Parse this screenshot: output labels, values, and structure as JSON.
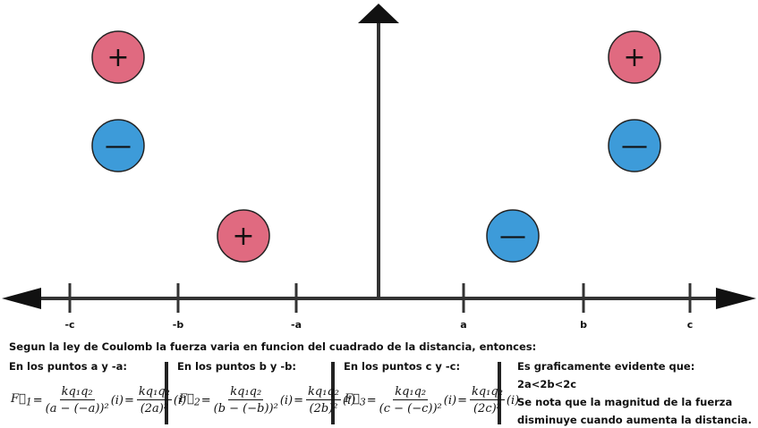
{
  "axis": {
    "ticks": [
      {
        "label": "-c",
        "pos": -3
      },
      {
        "label": "-b",
        "pos": -2
      },
      {
        "label": "-a",
        "pos": -1
      },
      {
        "label": "a",
        "pos": 1
      },
      {
        "label": "b",
        "pos": 2
      },
      {
        "label": "c",
        "pos": 3
      }
    ]
  },
  "charges": [
    {
      "sign": "+",
      "symbol": "+",
      "color": "#e06a80",
      "at": "-c",
      "row": "top"
    },
    {
      "sign": "-",
      "symbol": "—",
      "color": "#3d9bd9",
      "at": "-c",
      "row": "middle"
    },
    {
      "sign": "+",
      "symbol": "+",
      "color": "#e06a80",
      "at": "-a",
      "row": "bottom"
    },
    {
      "sign": "-",
      "symbol": "—",
      "color": "#3d9bd9",
      "at": "a",
      "row": "bottom"
    },
    {
      "sign": "+",
      "symbol": "+",
      "color": "#e06a80",
      "at": "c",
      "row": "top"
    },
    {
      "sign": "-",
      "symbol": "—",
      "color": "#3d9bd9",
      "at": "c",
      "row": "middle"
    }
  ],
  "text": {
    "intro": "Segun la ley de Coulomb la fuerza varia en funcion del cuadrado de la distancia, entonces:",
    "col1_heading": "En los puntos a y -a:",
    "col2_heading": "En los puntos b y -b:",
    "col3_heading": "En los puntos c y -c:",
    "conclusion_heading": "Es graficamente evidente que:",
    "inequality": "2a<2b<2c",
    "conclusion_line1": "Se nota que la magnitud de la fuerza",
    "conclusion_line2": "disminuye cuando aumenta la distancia."
  },
  "equations": [
    {
      "force": "F",
      "sub": "1",
      "numerator": "kq₁q₂",
      "den_left": "(a − (−a))²",
      "unit": "(i)",
      "den_right": "(2a)²"
    },
    {
      "force": "F",
      "sub": "2",
      "numerator": "kq₁q₂",
      "den_left": "(b − (−b))²",
      "unit": "(i)",
      "den_right": "(2b)²"
    },
    {
      "force": "F",
      "sub": "3",
      "numerator": "kq₁q₂",
      "den_left": "(c − (−c))²",
      "unit": "(i)",
      "den_right": "(2c)²"
    }
  ],
  "colors": {
    "positive": "#e06a80",
    "negative": "#3d9bd9",
    "axis": "#333333"
  }
}
